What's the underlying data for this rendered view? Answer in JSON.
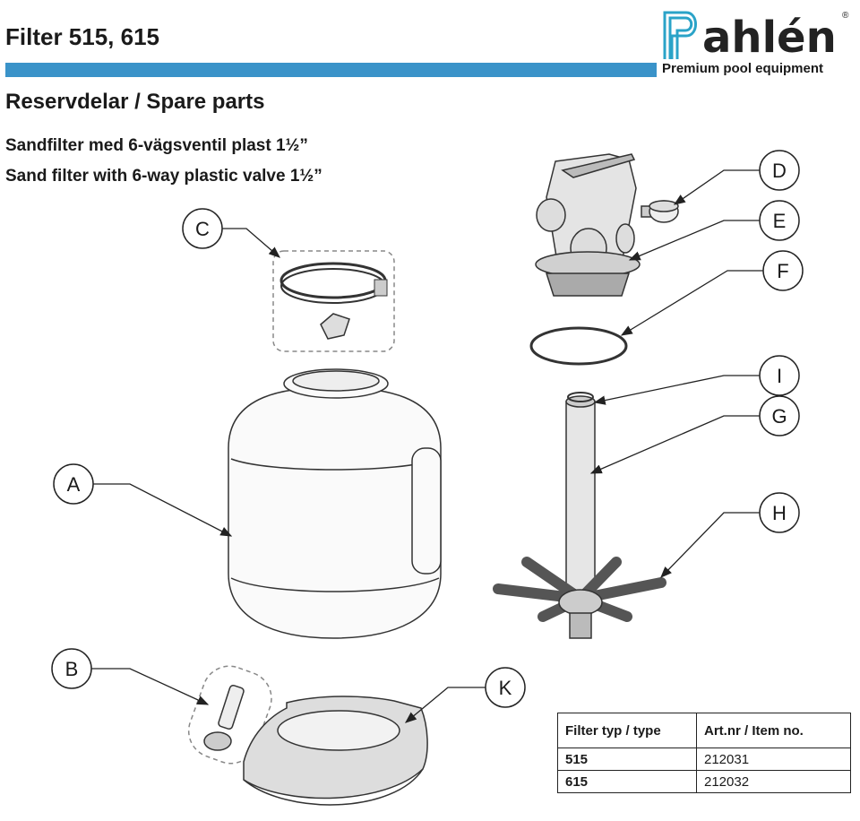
{
  "header": {
    "title": "Filter 515, 615",
    "brand": "Pahlén",
    "brand_tagline": "Premium pool equipment",
    "registered_mark": "®",
    "accent_color": "#3a93c9",
    "logo_color": "#2aa3c8"
  },
  "section": {
    "title": "Reservdelar / Spare parts",
    "subtitle_sv": "Sandfilter med 6-vägsventil plast 1½”",
    "subtitle_en": "Sand filter with 6-way plastic valve 1½”"
  },
  "callouts": {
    "A": "A",
    "B": "B",
    "C": "C",
    "D": "D",
    "E": "E",
    "F": "F",
    "G": "G",
    "H": "H",
    "I": "I",
    "K": "K"
  },
  "table": {
    "headers": [
      "Filter typ / type",
      "Art.nr / Item no."
    ],
    "rows": [
      {
        "type": "515",
        "item": "212031"
      },
      {
        "type": "615",
        "item": "212032"
      }
    ]
  }
}
